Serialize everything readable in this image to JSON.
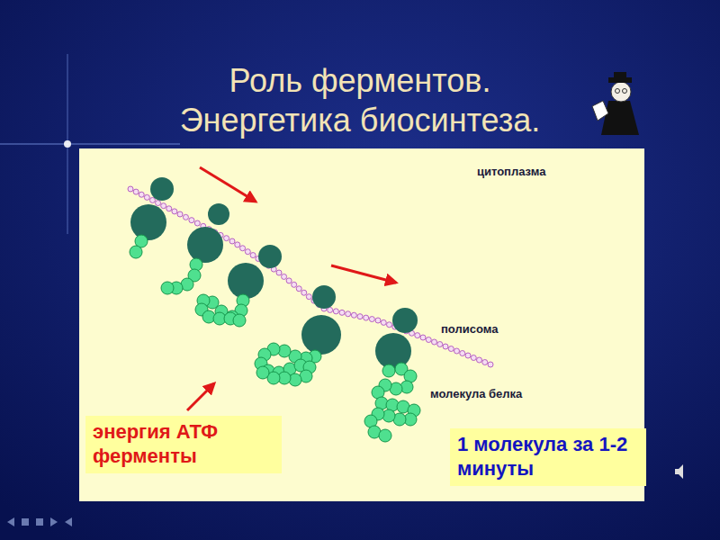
{
  "diagram": {
    "title": "Роль ферментов. Энергетика биосинтеза.",
    "nodes": [
      {
        "text": [
          "энергия АТФ ферменты"
        ]
      },
      {
        "text": [
          "1 молекула за 1-2 минуты"
        ]
      }
    ],
    "labels": [
      "цитоплазма",
      "полисома",
      "молекула белка"
    ]
  }
}
